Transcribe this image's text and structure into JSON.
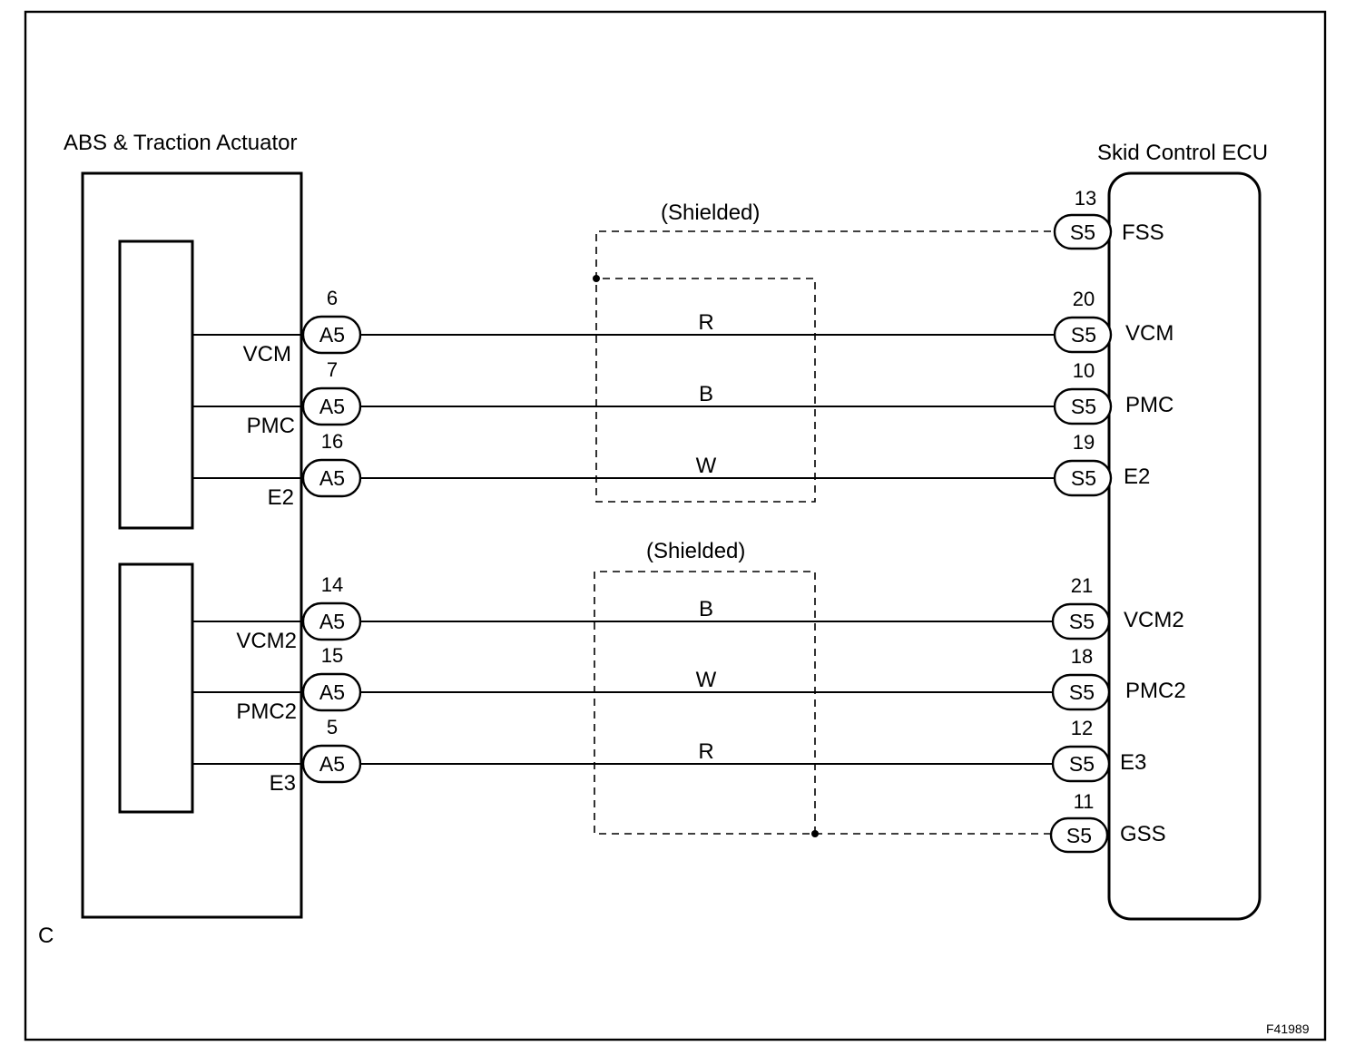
{
  "frame": {
    "corner_label": "C",
    "figure_id": "F41989"
  },
  "actuator": {
    "title": "ABS & Traction Actuator"
  },
  "ecu": {
    "title": "Skid Control ECU"
  },
  "shields": [
    {
      "label": "(Shielded)"
    },
    {
      "label": "(Shielded)"
    }
  ],
  "ecu_ground_pins": [
    {
      "connector": "S5",
      "pin": "13",
      "name": "FSS"
    },
    {
      "connector": "S5",
      "pin": "11",
      "name": "GSS"
    }
  ],
  "circuits": [
    {
      "actuator_signal": "VCM",
      "actuator_connector": "A5",
      "actuator_pin": "6",
      "wire_color": "R",
      "ecu_connector": "S5",
      "ecu_pin": "20",
      "ecu_signal": "VCM"
    },
    {
      "actuator_signal": "PMC",
      "actuator_connector": "A5",
      "actuator_pin": "7",
      "wire_color": "B",
      "ecu_connector": "S5",
      "ecu_pin": "10",
      "ecu_signal": "PMC"
    },
    {
      "actuator_signal": "E2",
      "actuator_connector": "A5",
      "actuator_pin": "16",
      "wire_color": "W",
      "ecu_connector": "S5",
      "ecu_pin": "19",
      "ecu_signal": "E2"
    },
    {
      "actuator_signal": "VCM2",
      "actuator_connector": "A5",
      "actuator_pin": "14",
      "wire_color": "B",
      "ecu_connector": "S5",
      "ecu_pin": "21",
      "ecu_signal": "VCM2"
    },
    {
      "actuator_signal": "PMC2",
      "actuator_connector": "A5",
      "actuator_pin": "15",
      "wire_color": "W",
      "ecu_connector": "S5",
      "ecu_pin": "18",
      "ecu_signal": "PMC2"
    },
    {
      "actuator_signal": "E3",
      "actuator_connector": "A5",
      "actuator_pin": "5",
      "wire_color": "R",
      "ecu_connector": "S5",
      "ecu_pin": "12",
      "ecu_signal": "E3"
    }
  ]
}
